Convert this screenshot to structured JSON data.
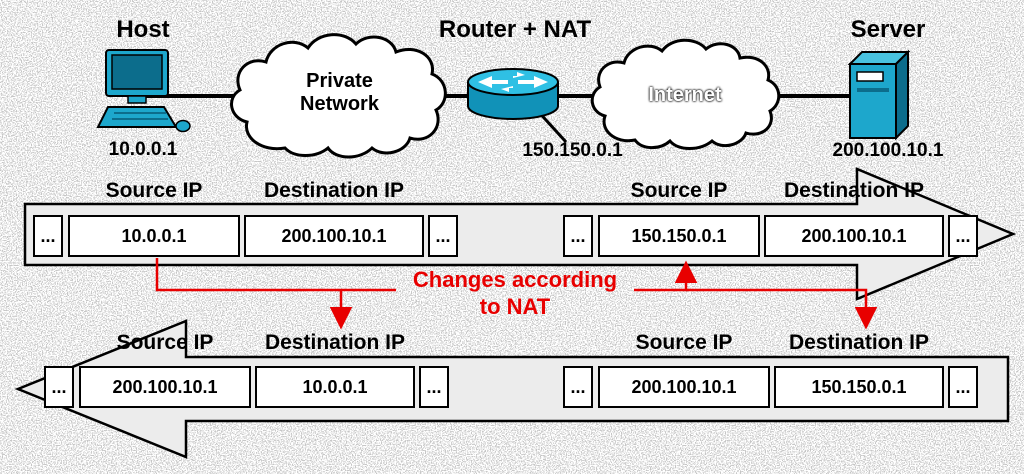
{
  "top": {
    "host": {
      "title": "Host",
      "ip": "10.0.0.1"
    },
    "private_network": {
      "line1": "Private",
      "line2": "Network"
    },
    "router": {
      "title": "Router + NAT",
      "ip": "150.150.0.1"
    },
    "internet": {
      "label": "Internet"
    },
    "server": {
      "title": "Server",
      "ip": "200.100.10.1"
    }
  },
  "headers": {
    "source": "Source IP",
    "destination": "Destination IP"
  },
  "ellipsis": "...",
  "packets": {
    "outbound_private": {
      "source": "10.0.0.1",
      "destination": "200.100.10.1"
    },
    "outbound_public": {
      "source": "150.150.0.1",
      "destination": "200.100.10.1"
    },
    "inbound_private": {
      "source": "200.100.10.1",
      "destination": "10.0.0.1"
    },
    "inbound_public": {
      "source": "200.100.10.1",
      "destination": "150.150.0.1"
    }
  },
  "annotation": {
    "line1": "Changes according",
    "line2": "to NAT"
  },
  "colors": {
    "device_fill": "#1da7cc",
    "device_dark": "#0c6d8c",
    "device_light": "#49c3e0",
    "arrow_fill": "#ececec",
    "annotation_red": "#e80000",
    "outline": "#000000"
  }
}
